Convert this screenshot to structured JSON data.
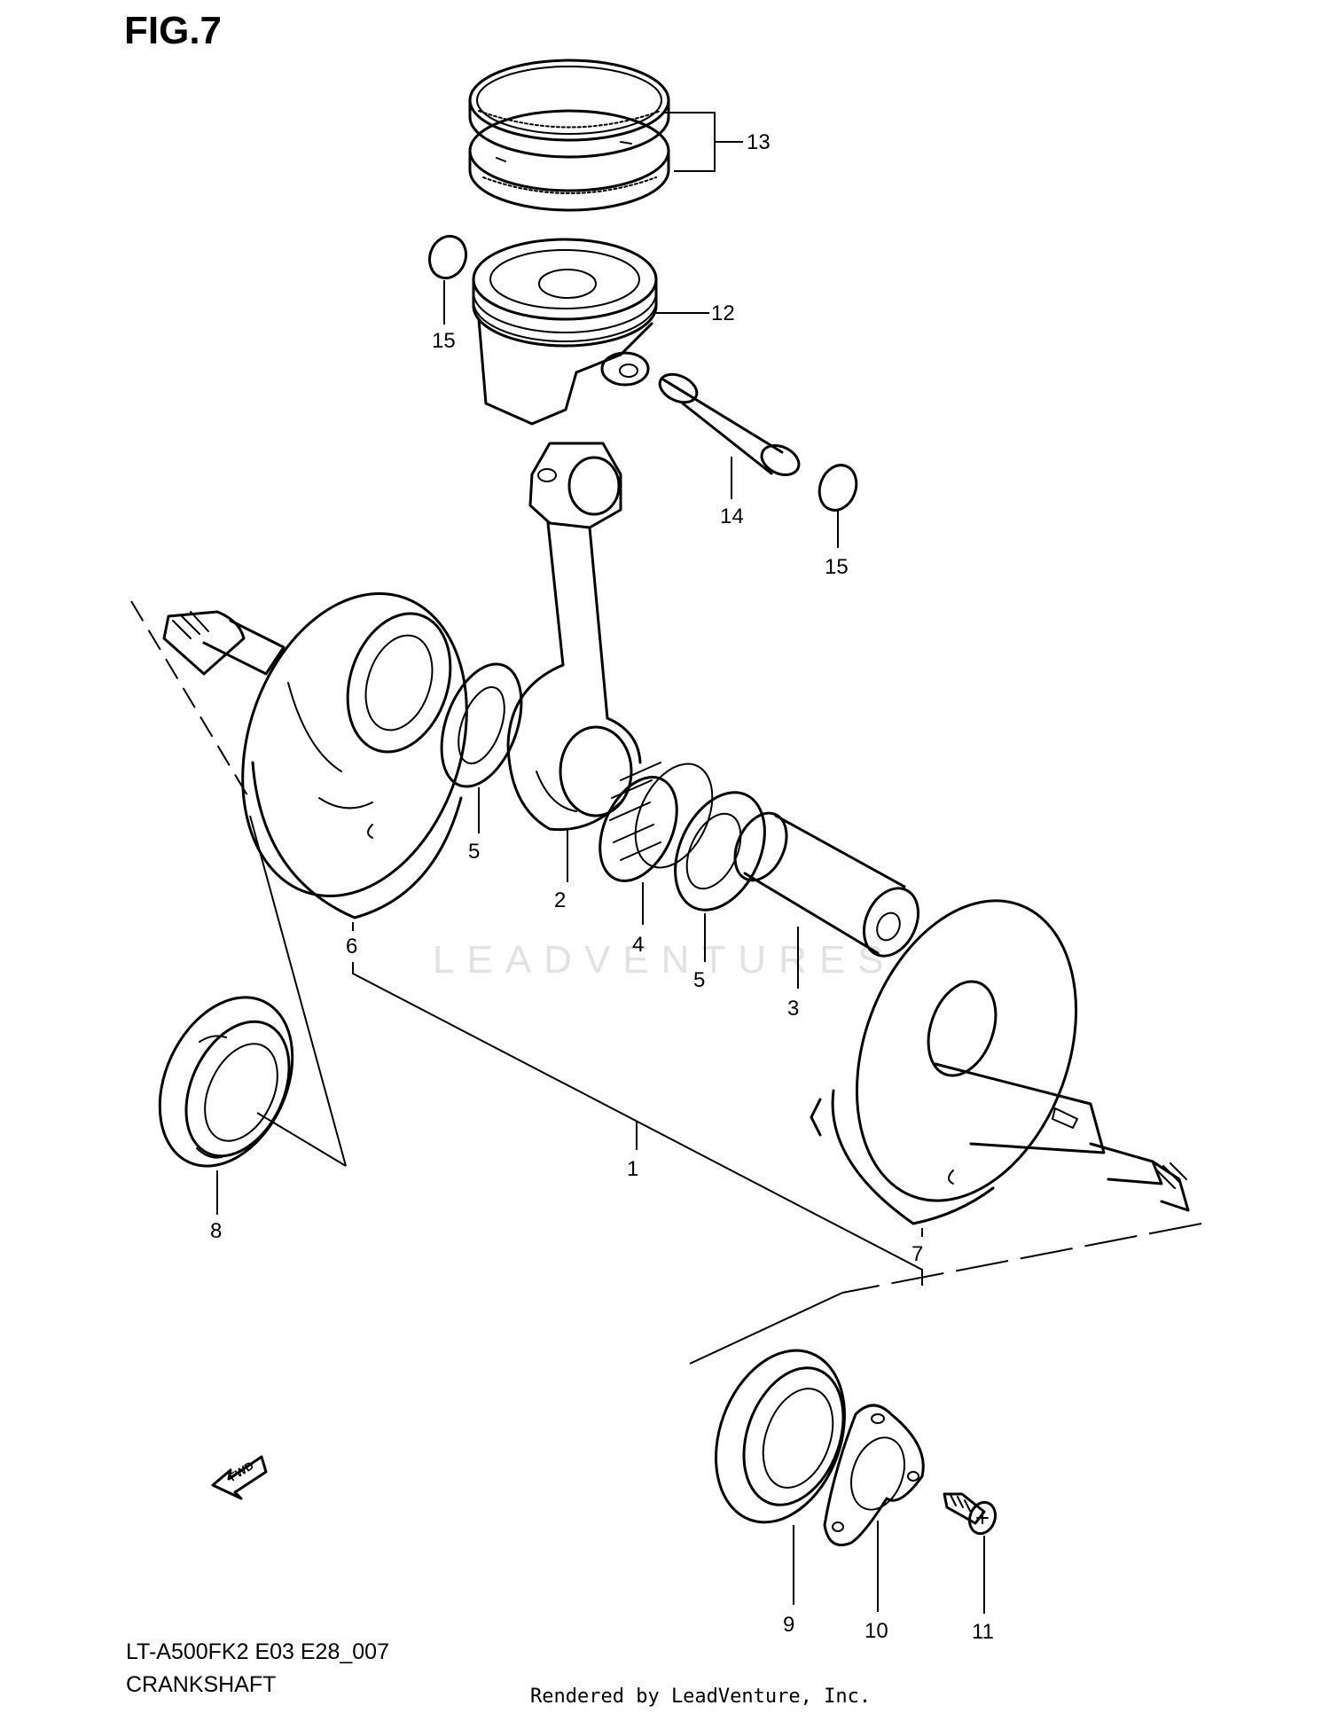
{
  "figure_title": "FIG.7",
  "model_code": "LT-A500FK2  E03 E28_007",
  "section_name": "CRANKSHAFT",
  "rendered_by": "Rendered by LeadVenture, Inc.",
  "watermark": "LEADVENTURES",
  "fwd_label": "FWD",
  "callouts": {
    "c1": "1",
    "c2": "2",
    "c3": "3",
    "c4": "4",
    "c5a": "5",
    "c5b": "5",
    "c6": "6",
    "c7": "7",
    "c8": "8",
    "c9": "9",
    "c10": "10",
    "c11": "11",
    "c12": "12",
    "c13": "13",
    "c14": "14",
    "c15a": "15",
    "c15b": "15"
  }
}
